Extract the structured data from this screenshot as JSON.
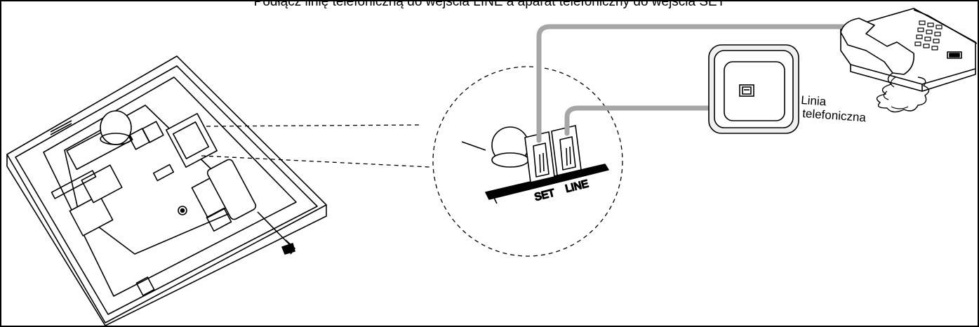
{
  "caption": "Podłącz linię telefoniczną do wejścia LINE a aparat telefoniczny do wejścia SET",
  "labels": {
    "set_port": "SET",
    "line_port": "LINE",
    "line_label_1": "Linia",
    "line_label_2": "telefoniczna"
  },
  "colors": {
    "cable": "#a6a6a6",
    "outline": "#000000",
    "background": "#ffffff"
  },
  "icons": [
    "control-panel-icon",
    "magnified-connector-icon",
    "wall-socket-icon",
    "telephone-icon"
  ]
}
